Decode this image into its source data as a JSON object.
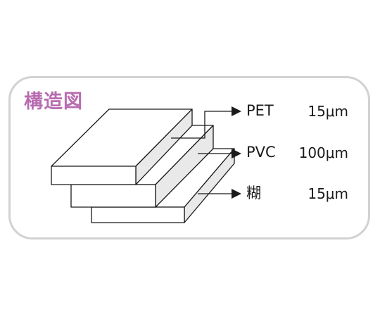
{
  "title": "構造図",
  "layers": [
    {
      "name": "PET",
      "thickness": "15μm"
    },
    {
      "name": "PVC",
      "thickness": "100μm"
    },
    {
      "name": "糊",
      "thickness": "15μm"
    }
  ],
  "colors": {
    "title": "#b86cb0",
    "border": "#d2d2d2",
    "face_front": "#ffffff",
    "face_side": "#e9e9e9",
    "stroke": "#1a1a1a"
  }
}
